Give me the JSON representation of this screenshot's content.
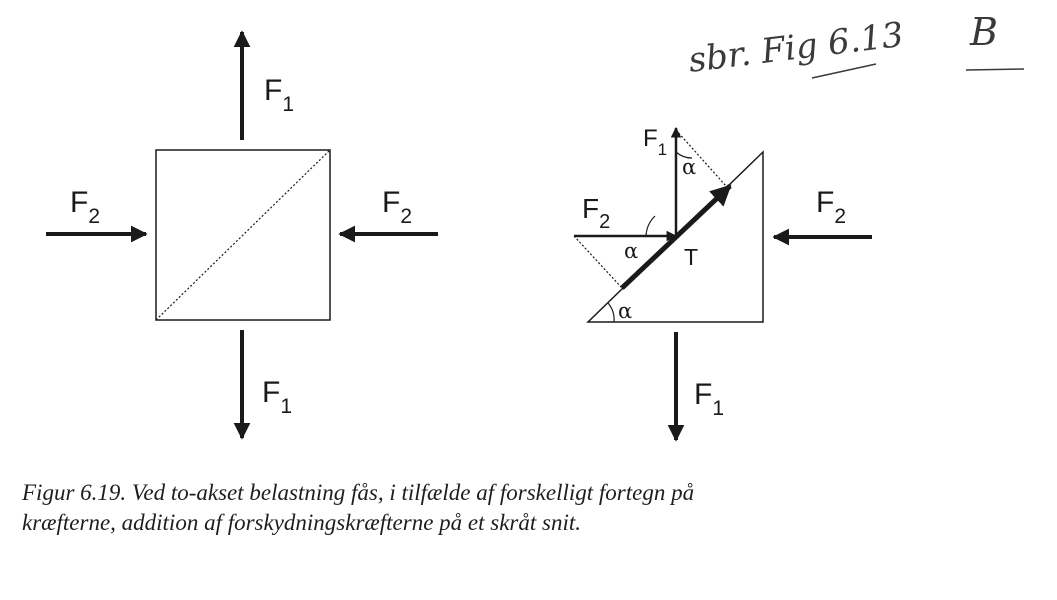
{
  "left_diagram": {
    "top_force": {
      "name": "F",
      "sub": "1"
    },
    "bottom_force": {
      "name": "F",
      "sub": "1"
    },
    "left_force": {
      "name": "F",
      "sub": "2"
    },
    "right_force": {
      "name": "F",
      "sub": "2"
    }
  },
  "right_diagram": {
    "top_force": {
      "name": "F",
      "sub": "1"
    },
    "bottom_force": {
      "name": "F",
      "sub": "1"
    },
    "left_force": {
      "name": "F",
      "sub": "2"
    },
    "right_force": {
      "name": "F",
      "sub": "2"
    },
    "resultant_label": "T",
    "angle_top": "α",
    "angle_middle": "α",
    "angle_base": "α"
  },
  "handwritten_note": "sbr. Fig 6.13",
  "handwritten_mark": "B",
  "caption": {
    "line1": "Figur 6.19. Ved to-akset belastning fås, i tilfælde af forskelligt fortegn på",
    "line2": "kræfterne, addition af forskydningskræfterne på et skråt snit."
  }
}
